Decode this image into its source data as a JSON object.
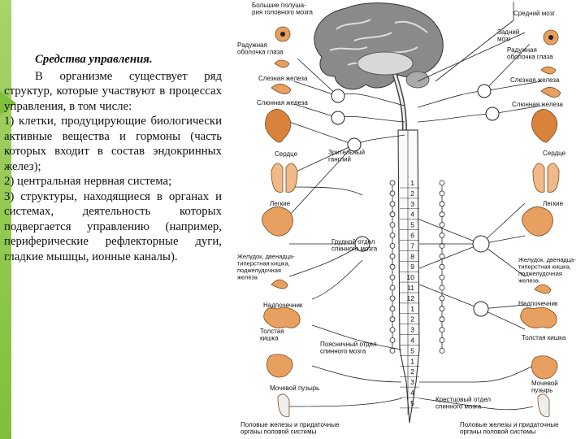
{
  "text": {
    "title": "Средства управления.",
    "intro": "В организме существует ряд структур, которые участвуют в процессах управления, в том числе:",
    "items": [
      "1) клетки, продуцирующие биологически активные вещества и гормоны (часть которых входит в состав эндокринных желез);",
      "2) центральная нервная система;",
      "3) структуры, находящиеся в органах и системах, деятельность которых подвергается управлению (например, периферические рефлекторные дуги, гладкие мышцы, ионные каналы)."
    ]
  },
  "diagram": {
    "labels": {
      "brain_hemispheres": "Большие полуша-\nрия головного мозга",
      "midbrain": "Средний мозг",
      "hindbrain": "Задний\nмозг",
      "iris_left": "Радужная\nоболочка глаза",
      "iris_right": "Радужная\nоболочка глаза",
      "lacrimal_left": "Слезная железа",
      "lacrimal_right": "Слезная железа",
      "salivary_left": "Слюнная железа",
      "salivary_right": "Слюнная железа",
      "heart_left": "Сердце",
      "heart_right": "Сердце",
      "visceral_ganglion": "Зрительный\nганглий",
      "lungs_left": "Легкие",
      "lungs_right": "Легкие",
      "stomach_left": "Желудок, двенадца-\nтиперстная кишка,\nподжелудочная\nжелеза",
      "stomach_right": "Желудок, двенадца-\nтиперстная кишка,\nподжелудочная\nжелеза",
      "thoracic_spine": "Грудной отдел\nспинного мозга",
      "adrenal_left": "Надпочечник",
      "adrenal_right": "Надпочечник",
      "colon_left": "Толстая\nкишка",
      "colon_right": "Толстая кишка",
      "lumbar_spine": "Поясничный отдел\nспинного мозга",
      "bladder_left": "Мочевой пузырь",
      "bladder_right": "Мочевой\nпузырь",
      "sacral_spine": "Крестцовый отдел\nспинного мозга",
      "genitals_left": "Половые железы и придаточные\nорганы половой системы",
      "genitals_right": "Половые железы и придаточные\nорганы половой системы"
    },
    "segments": [
      "1",
      "2",
      "3",
      "4",
      "5",
      "6",
      "7",
      "8",
      "9",
      "10",
      "11",
      "12",
      "1",
      "2",
      "3",
      "4",
      "5",
      "1",
      "2",
      "3",
      "4",
      "5"
    ],
    "colors": {
      "organ": "#e8a060",
      "organ_dark": "#c8742e",
      "lung": "#f0b987",
      "brain": "#8a8a8a",
      "line": "#222222"
    }
  }
}
